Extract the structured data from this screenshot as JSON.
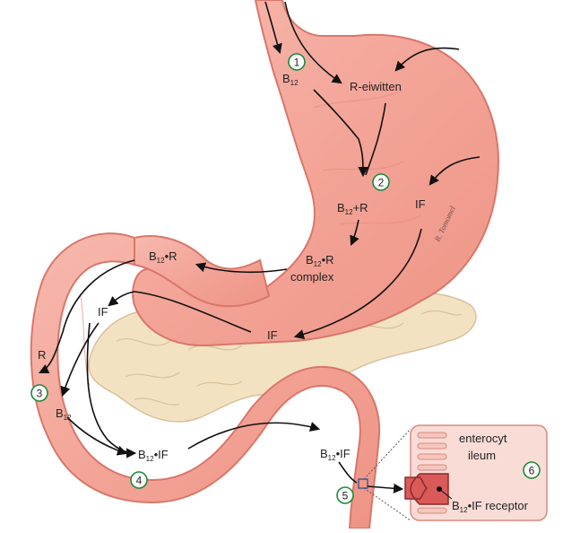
{
  "labels": {
    "b12_top": {
      "main": "B",
      "sub": "12"
    },
    "r_eiwitten": "R-eiwitten",
    "b12_plus_r": {
      "main": "B",
      "sub": "12",
      "tail": "+R"
    },
    "if_upper": "IF",
    "b12r_complex": {
      "main": "B",
      "sub": "12",
      "tail": "•R",
      "line2": "complex"
    },
    "b12r_left": {
      "main": "B",
      "sub": "12",
      "tail": "•R"
    },
    "if_left": "IF",
    "if_lower": "IF",
    "r_small": "R",
    "b12_left": {
      "main": "B",
      "sub": "12"
    },
    "b12if_4": {
      "main": "B",
      "sub": "12",
      "tail": "•IF"
    },
    "b12if_5": {
      "main": "B",
      "sub": "12",
      "tail": "•IF"
    },
    "enterocyt": "enterocyt",
    "ileum": "ileum",
    "receptor": {
      "main": "B",
      "sub": "12",
      "tail": "•IF receptor"
    },
    "watermark": "R. Tomomel"
  },
  "steps": [
    "1",
    "2",
    "3",
    "4",
    "5",
    "6"
  ],
  "colors": {
    "stomach_fill": "#f4a99e",
    "stomach_stroke": "#d9766a",
    "pancreas": "#f3e2c2",
    "pancreas_stroke": "#d9c09a",
    "circle_stroke": "#1d8a3a",
    "arrow": "#111111",
    "inset_fill": "#f9dcd6",
    "inset_stroke": "#d88a80",
    "cell": "#d95a58"
  }
}
